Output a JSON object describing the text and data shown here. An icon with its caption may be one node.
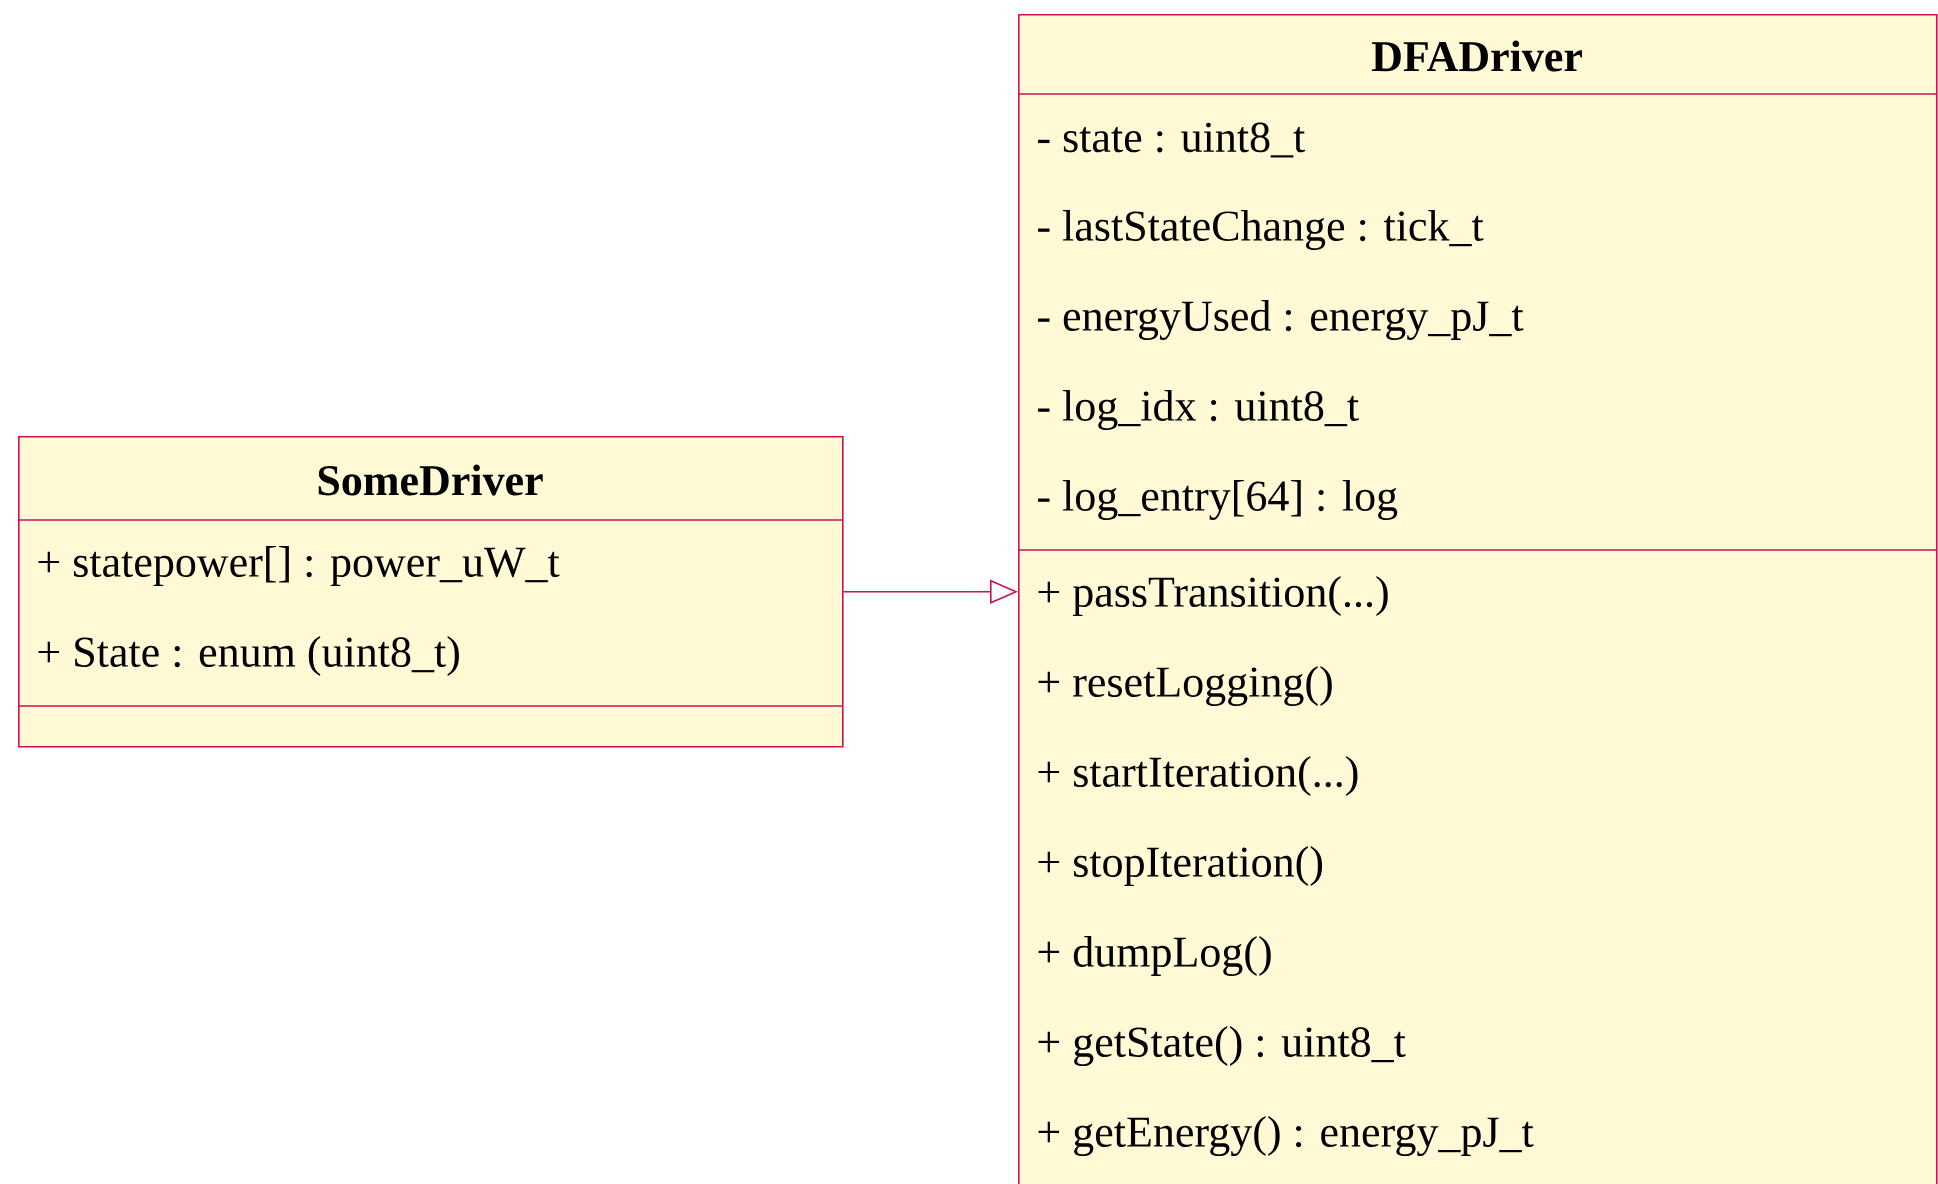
{
  "diagram": {
    "nodes": [
      {
        "text": [
          "SomeDriver",
          "+ statepower[] : power_uW_t",
          "+ State : enum (uint8_t)"
        ]
      },
      {
        "text": [
          "DFADriver",
          "- state : uint8_t",
          "- lastStateChange : tick_t",
          "- energyUsed : energy_pJ_t",
          "- log_idx : uint8_t",
          "- log_entry[64] : log",
          "+ passTransition(...)",
          "+ resetLogging()",
          "+ startIteration(...)",
          "+ stopIteration()",
          "+ dumpLog()",
          "+ getState() : uint8_t",
          "+ getEnergy() : energy_pJ_t"
        ]
      }
    ],
    "edges": [
      {
        "from": 0,
        "to": 1,
        "arrow": "to"
      }
    ]
  }
}
